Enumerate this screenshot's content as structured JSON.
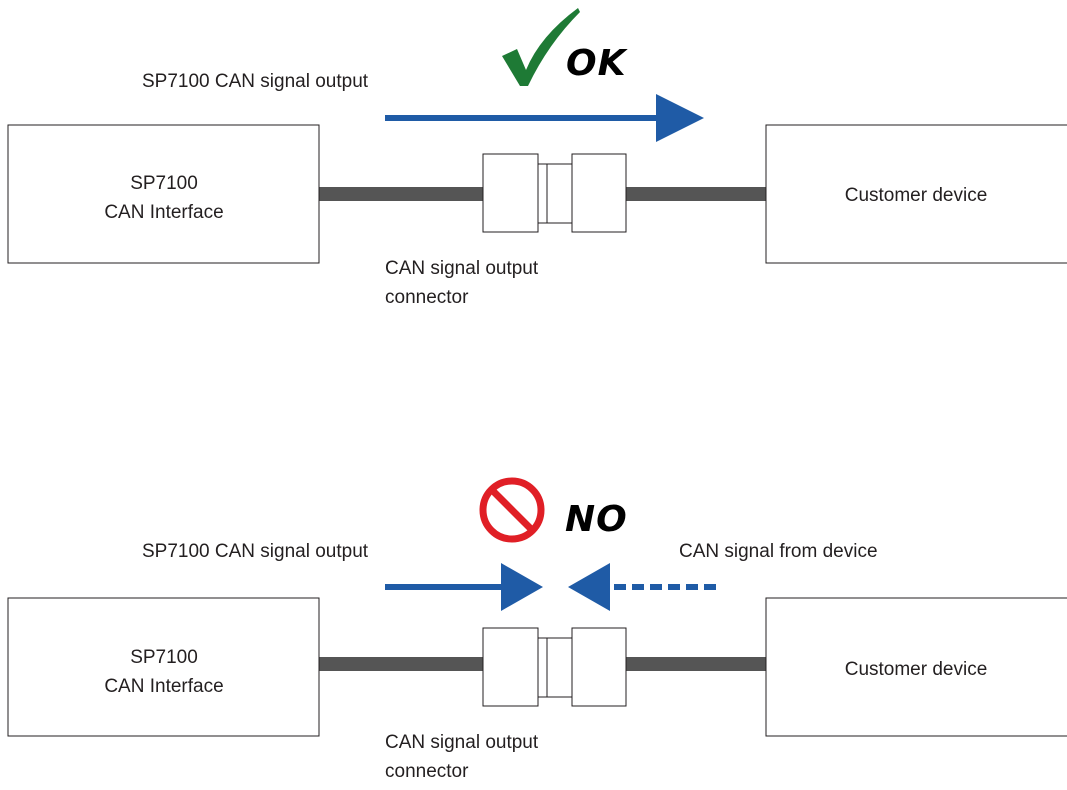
{
  "colors": {
    "arrow": "#1f5ba6",
    "cable": "#555555",
    "ok_check": "#1e7a35",
    "no_symbol": "#e01f26",
    "box_stroke": "#231f20"
  },
  "panels": [
    {
      "status": "ok",
      "verdict_label": "OK",
      "verdict_icon": "check-mark-icon",
      "output_label": "SP7100 CAN signal output",
      "device_signal_label": "",
      "interface_box": {
        "line1": "SP7100",
        "line2": "CAN Interface"
      },
      "device_box": {
        "label": "Customer device"
      },
      "connector_label": {
        "line1": "CAN signal output",
        "line2": "connector"
      }
    },
    {
      "status": "no",
      "verdict_label": "NO",
      "verdict_icon": "prohibited-icon",
      "output_label": "SP7100 CAN signal output",
      "device_signal_label": "CAN signal from device",
      "interface_box": {
        "line1": "SP7100",
        "line2": "CAN Interface"
      },
      "device_box": {
        "label": "Customer device"
      },
      "connector_label": {
        "line1": "CAN signal output",
        "line2": "connector"
      }
    }
  ]
}
